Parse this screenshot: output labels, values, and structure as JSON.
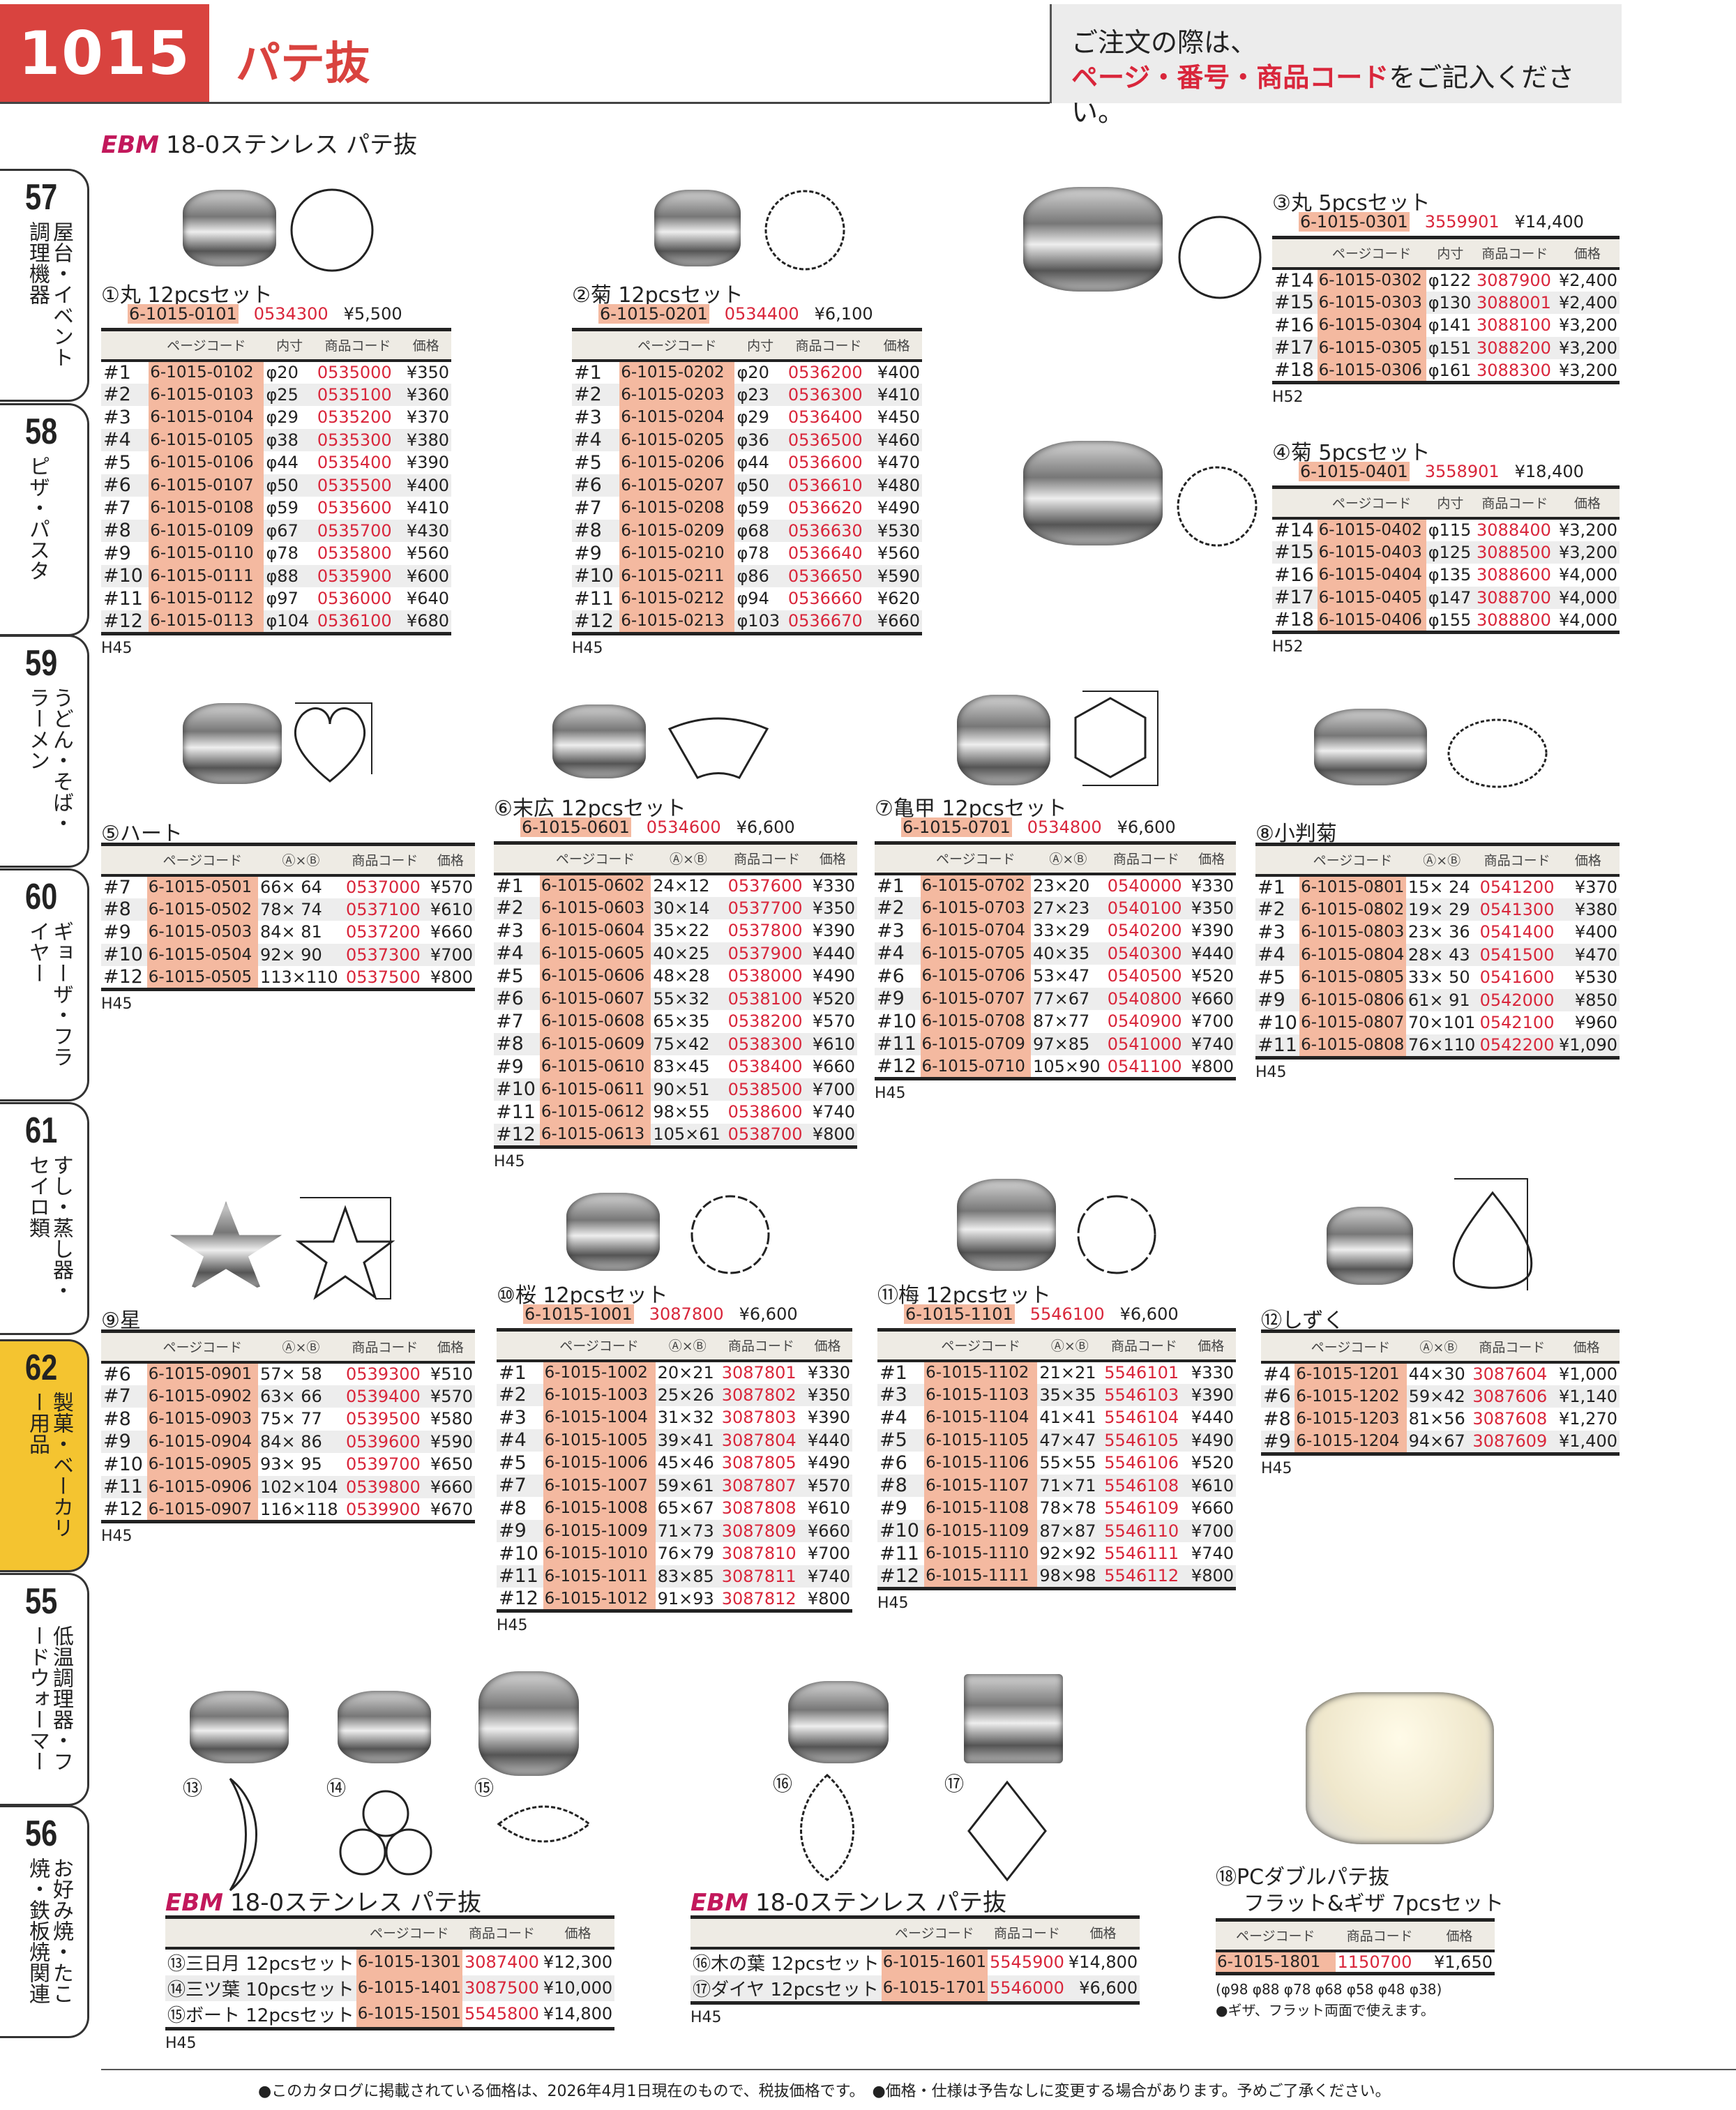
{
  "header": {
    "page_number": "1015",
    "title": "パテ抜",
    "notice_line1": "ご注文の際は、",
    "notice_red": "ページ・番号・商品コード",
    "notice_line2": "をご記入ください。"
  },
  "subtitle": {
    "brand": "EBM",
    "text": "18-0ステンレス パテ抜"
  },
  "tabs": [
    {
      "num": "57",
      "label": "屋台・イベント調理機器"
    },
    {
      "num": "58",
      "label": "ピザ・パスタ"
    },
    {
      "num": "59",
      "label": "うどん・そば・ラーメン"
    },
    {
      "num": "60",
      "label": "ギョーザ・フライヤー"
    },
    {
      "num": "61",
      "label": "すし・蒸し器・セイロ類"
    },
    {
      "num": "62",
      "label": "製菓・ベーカリー用品"
    },
    {
      "num": "55",
      "label": "低温調理器・フードウォーマー"
    },
    {
      "num": "56",
      "label": "お好み焼・たこ焼・鉄板焼関連"
    }
  ],
  "colors": {
    "accent": "#d9433f",
    "page_code_bg": "#f4b9a0",
    "code_red": "#d9263b",
    "active_tab": "#f4c430"
  },
  "sections": [
    {
      "title": "①丸 12pcsセット",
      "set": [
        "6-1015-0101",
        "0534300",
        "¥5,500"
      ],
      "cols": [
        "",
        "ページコード",
        "内寸",
        "商品コード",
        "価格"
      ],
      "rows": [
        [
          "#1",
          "6-1015-0102",
          "φ20",
          "0535000",
          "¥350"
        ],
        [
          "#2",
          "6-1015-0103",
          "φ25",
          "0535100",
          "¥360"
        ],
        [
          "#3",
          "6-1015-0104",
          "φ29",
          "0535200",
          "¥370"
        ],
        [
          "#4",
          "6-1015-0105",
          "φ38",
          "0535300",
          "¥380"
        ],
        [
          "#5",
          "6-1015-0106",
          "φ44",
          "0535400",
          "¥390"
        ],
        [
          "#6",
          "6-1015-0107",
          "φ50",
          "0535500",
          "¥400"
        ],
        [
          "#7",
          "6-1015-0108",
          "φ59",
          "0535600",
          "¥410"
        ],
        [
          "#8",
          "6-1015-0109",
          "φ67",
          "0535700",
          "¥430"
        ],
        [
          "#9",
          "6-1015-0110",
          "φ78",
          "0535800",
          "¥560"
        ],
        [
          "#10",
          "6-1015-0111",
          "φ88",
          "0535900",
          "¥600"
        ],
        [
          "#11",
          "6-1015-0112",
          "φ97",
          "0536000",
          "¥640"
        ],
        [
          "#12",
          "6-1015-0113",
          "φ104",
          "0536100",
          "¥680"
        ]
      ],
      "h": "H45"
    },
    {
      "title": "②菊 12pcsセット",
      "set": [
        "6-1015-0201",
        "0534400",
        "¥6,100"
      ],
      "cols": [
        "",
        "ページコード",
        "内寸",
        "商品コード",
        "価格"
      ],
      "rows": [
        [
          "#1",
          "6-1015-0202",
          "φ20",
          "0536200",
          "¥400"
        ],
        [
          "#2",
          "6-1015-0203",
          "φ23",
          "0536300",
          "¥410"
        ],
        [
          "#3",
          "6-1015-0204",
          "φ29",
          "0536400",
          "¥450"
        ],
        [
          "#4",
          "6-1015-0205",
          "φ36",
          "0536500",
          "¥460"
        ],
        [
          "#5",
          "6-1015-0206",
          "φ44",
          "0536600",
          "¥470"
        ],
        [
          "#6",
          "6-1015-0207",
          "φ50",
          "0536610",
          "¥480"
        ],
        [
          "#7",
          "6-1015-0208",
          "φ59",
          "0536620",
          "¥490"
        ],
        [
          "#8",
          "6-1015-0209",
          "φ68",
          "0536630",
          "¥530"
        ],
        [
          "#9",
          "6-1015-0210",
          "φ78",
          "0536640",
          "¥560"
        ],
        [
          "#10",
          "6-1015-0211",
          "φ86",
          "0536650",
          "¥590"
        ],
        [
          "#11",
          "6-1015-0212",
          "φ94",
          "0536660",
          "¥620"
        ],
        [
          "#12",
          "6-1015-0213",
          "φ103",
          "0536670",
          "¥660"
        ]
      ],
      "h": "H45"
    },
    {
      "title": "③丸 5pcsセット",
      "set": [
        "6-1015-0301",
        "3559901",
        "¥14,400"
      ],
      "cols": [
        "",
        "ページコード",
        "内寸",
        "商品コード",
        "価格"
      ],
      "rows": [
        [
          "#14",
          "6-1015-0302",
          "φ122",
          "3087900",
          "¥2,400"
        ],
        [
          "#15",
          "6-1015-0303",
          "φ130",
          "3088001",
          "¥2,400"
        ],
        [
          "#16",
          "6-1015-0304",
          "φ141",
          "3088100",
          "¥3,200"
        ],
        [
          "#17",
          "6-1015-0305",
          "φ151",
          "3088200",
          "¥3,200"
        ],
        [
          "#18",
          "6-1015-0306",
          "φ161",
          "3088300",
          "¥3,200"
        ]
      ],
      "h": "H52"
    },
    {
      "title": "④菊 5pcsセット",
      "set": [
        "6-1015-0401",
        "3558901",
        "¥18,400"
      ],
      "cols": [
        "",
        "ページコード",
        "内寸",
        "商品コード",
        "価格"
      ],
      "rows": [
        [
          "#14",
          "6-1015-0402",
          "φ115",
          "3088400",
          "¥3,200"
        ],
        [
          "#15",
          "6-1015-0403",
          "φ125",
          "3088500",
          "¥3,200"
        ],
        [
          "#16",
          "6-1015-0404",
          "φ135",
          "3088600",
          "¥4,000"
        ],
        [
          "#17",
          "6-1015-0405",
          "φ147",
          "3088700",
          "¥4,000"
        ],
        [
          "#18",
          "6-1015-0406",
          "φ155",
          "3088800",
          "¥4,000"
        ]
      ],
      "h": "H52"
    },
    {
      "title": "⑤ハート",
      "cols": [
        "",
        "ページコード",
        "Ⓐ×Ⓑ",
        "商品コード",
        "価格"
      ],
      "rows": [
        [
          "#7",
          "6-1015-0501",
          "66× 64",
          "0537000",
          "¥570"
        ],
        [
          "#8",
          "6-1015-0502",
          "78× 74",
          "0537100",
          "¥610"
        ],
        [
          "#9",
          "6-1015-0503",
          "84× 81",
          "0537200",
          "¥660"
        ],
        [
          "#10",
          "6-1015-0504",
          "92× 90",
          "0537300",
          "¥700"
        ],
        [
          "#12",
          "6-1015-0505",
          "113×110",
          "0537500",
          "¥800"
        ]
      ],
      "h": "H45"
    },
    {
      "title": "⑥末広 12pcsセット",
      "set": [
        "6-1015-0601",
        "0534600",
        "¥6,600"
      ],
      "cols": [
        "",
        "ページコード",
        "Ⓐ×Ⓑ",
        "商品コード",
        "価格"
      ],
      "rows": [
        [
          "#1",
          "6-1015-0602",
          "24×12",
          "0537600",
          "¥330"
        ],
        [
          "#2",
          "6-1015-0603",
          "30×14",
          "0537700",
          "¥350"
        ],
        [
          "#3",
          "6-1015-0604",
          "35×22",
          "0537800",
          "¥390"
        ],
        [
          "#4",
          "6-1015-0605",
          "40×25",
          "0537900",
          "¥440"
        ],
        [
          "#5",
          "6-1015-0606",
          "48×28",
          "0538000",
          "¥490"
        ],
        [
          "#6",
          "6-1015-0607",
          "55×32",
          "0538100",
          "¥520"
        ],
        [
          "#7",
          "6-1015-0608",
          "65×35",
          "0538200",
          "¥570"
        ],
        [
          "#8",
          "6-1015-0609",
          "75×42",
          "0538300",
          "¥610"
        ],
        [
          "#9",
          "6-1015-0610",
          "83×45",
          "0538400",
          "¥660"
        ],
        [
          "#10",
          "6-1015-0611",
          "90×51",
          "0538500",
          "¥700"
        ],
        [
          "#11",
          "6-1015-0612",
          "98×55",
          "0538600",
          "¥740"
        ],
        [
          "#12",
          "6-1015-0613",
          "105×61",
          "0538700",
          "¥800"
        ]
      ],
      "h": "H45"
    },
    {
      "title": "⑦亀甲 12pcsセット",
      "set": [
        "6-1015-0701",
        "0534800",
        "¥6,600"
      ],
      "cols": [
        "",
        "ページコード",
        "Ⓐ×Ⓑ",
        "商品コード",
        "価格"
      ],
      "rows": [
        [
          "#1",
          "6-1015-0702",
          "23×20",
          "0540000",
          "¥330"
        ],
        [
          "#2",
          "6-1015-0703",
          "27×23",
          "0540100",
          "¥350"
        ],
        [
          "#3",
          "6-1015-0704",
          "33×29",
          "0540200",
          "¥390"
        ],
        [
          "#4",
          "6-1015-0705",
          "40×35",
          "0540300",
          "¥440"
        ],
        [
          "#6",
          "6-1015-0706",
          "53×47",
          "0540500",
          "¥520"
        ],
        [
          "#9",
          "6-1015-0707",
          "77×67",
          "0540800",
          "¥660"
        ],
        [
          "#10",
          "6-1015-0708",
          "87×77",
          "0540900",
          "¥700"
        ],
        [
          "#11",
          "6-1015-0709",
          "97×85",
          "0541000",
          "¥740"
        ],
        [
          "#12",
          "6-1015-0710",
          "105×90",
          "0541100",
          "¥800"
        ]
      ],
      "h": "H45"
    },
    {
      "title": "⑧小判菊",
      "cols": [
        "",
        "ページコード",
        "Ⓐ×Ⓑ",
        "商品コード",
        "価格"
      ],
      "rows": [
        [
          "#1",
          "6-1015-0801",
          "15× 24",
          "0541200",
          "¥370"
        ],
        [
          "#2",
          "6-1015-0802",
          "19× 29",
          "0541300",
          "¥380"
        ],
        [
          "#3",
          "6-1015-0803",
          "23× 36",
          "0541400",
          "¥400"
        ],
        [
          "#4",
          "6-1015-0804",
          "28× 43",
          "0541500",
          "¥470"
        ],
        [
          "#5",
          "6-1015-0805",
          "33× 50",
          "0541600",
          "¥530"
        ],
        [
          "#9",
          "6-1015-0806",
          "61× 91",
          "0542000",
          "¥850"
        ],
        [
          "#10",
          "6-1015-0807",
          "70×101",
          "0542100",
          "¥960"
        ],
        [
          "#11",
          "6-1015-0808",
          "76×110",
          "0542200",
          "¥1,090"
        ]
      ],
      "h": "H45"
    },
    {
      "title": "⑨星",
      "cols": [
        "",
        "ページコード",
        "Ⓐ×Ⓑ",
        "商品コード",
        "価格"
      ],
      "rows": [
        [
          "#6",
          "6-1015-0901",
          "57× 58",
          "0539300",
          "¥510"
        ],
        [
          "#7",
          "6-1015-0902",
          "63× 66",
          "0539400",
          "¥570"
        ],
        [
          "#8",
          "6-1015-0903",
          "75× 77",
          "0539500",
          "¥580"
        ],
        [
          "#9",
          "6-1015-0904",
          "84× 86",
          "0539600",
          "¥590"
        ],
        [
          "#10",
          "6-1015-0905",
          "93× 95",
          "0539700",
          "¥650"
        ],
        [
          "#11",
          "6-1015-0906",
          "102×104",
          "0539800",
          "¥660"
        ],
        [
          "#12",
          "6-1015-0907",
          "116×118",
          "0539900",
          "¥670"
        ]
      ],
      "h": "H45"
    },
    {
      "title": "⑩桜 12pcsセット",
      "set": [
        "6-1015-1001",
        "3087800",
        "¥6,600"
      ],
      "cols": [
        "",
        "ページコード",
        "Ⓐ×Ⓑ",
        "商品コード",
        "価格"
      ],
      "rows": [
        [
          "#1",
          "6-1015-1002",
          "20×21",
          "3087801",
          "¥330"
        ],
        [
          "#2",
          "6-1015-1003",
          "25×26",
          "3087802",
          "¥350"
        ],
        [
          "#3",
          "6-1015-1004",
          "31×32",
          "3087803",
          "¥390"
        ],
        [
          "#4",
          "6-1015-1005",
          "39×41",
          "3087804",
          "¥440"
        ],
        [
          "#5",
          "6-1015-1006",
          "45×46",
          "3087805",
          "¥490"
        ],
        [
          "#7",
          "6-1015-1007",
          "59×61",
          "3087807",
          "¥570"
        ],
        [
          "#8",
          "6-1015-1008",
          "65×67",
          "3087808",
          "¥610"
        ],
        [
          "#9",
          "6-1015-1009",
          "71×73",
          "3087809",
          "¥660"
        ],
        [
          "#10",
          "6-1015-1010",
          "76×79",
          "3087810",
          "¥700"
        ],
        [
          "#11",
          "6-1015-1011",
          "83×85",
          "3087811",
          "¥740"
        ],
        [
          "#12",
          "6-1015-1012",
          "91×93",
          "3087812",
          "¥800"
        ]
      ],
      "h": "H45"
    },
    {
      "title": "⑪梅 12pcsセット",
      "set": [
        "6-1015-1101",
        "5546100",
        "¥6,600"
      ],
      "cols": [
        "",
        "ページコード",
        "Ⓐ×Ⓑ",
        "商品コード",
        "価格"
      ],
      "rows": [
        [
          "#1",
          "6-1015-1102",
          "21×21",
          "5546101",
          "¥330"
        ],
        [
          "#3",
          "6-1015-1103",
          "35×35",
          "5546103",
          "¥390"
        ],
        [
          "#4",
          "6-1015-1104",
          "41×41",
          "5546104",
          "¥440"
        ],
        [
          "#5",
          "6-1015-1105",
          "47×47",
          "5546105",
          "¥490"
        ],
        [
          "#6",
          "6-1015-1106",
          "55×55",
          "5546106",
          "¥520"
        ],
        [
          "#8",
          "6-1015-1107",
          "71×71",
          "5546108",
          "¥610"
        ],
        [
          "#9",
          "6-1015-1108",
          "78×78",
          "5546109",
          "¥660"
        ],
        [
          "#10",
          "6-1015-1109",
          "87×87",
          "5546110",
          "¥700"
        ],
        [
          "#11",
          "6-1015-1110",
          "92×92",
          "5546111",
          "¥740"
        ],
        [
          "#12",
          "6-1015-1111",
          "98×98",
          "5546112",
          "¥800"
        ]
      ],
      "h": "H45"
    },
    {
      "title": "⑫しずく",
      "cols": [
        "",
        "ページコード",
        "Ⓐ×Ⓑ",
        "商品コード",
        "価格"
      ],
      "rows": [
        [
          "#4",
          "6-1015-1201",
          "44×30",
          "3087604",
          "¥1,000"
        ],
        [
          "#6",
          "6-1015-1202",
          "59×42",
          "3087606",
          "¥1,140"
        ],
        [
          "#8",
          "6-1015-1203",
          "81×56",
          "3087608",
          "¥1,270"
        ],
        [
          "#9",
          "6-1015-1204",
          "94×67",
          "3087609",
          "¥1,400"
        ]
      ],
      "h": "H45"
    },
    {
      "brand": "EBM",
      "heading": "18-0ステンレス パテ抜",
      "cols": [
        "",
        "ページコード",
        "商品コード",
        "価格"
      ],
      "rows": [
        [
          "⑬三日月 12pcsセット",
          "6-1015-1301",
          "3087400",
          "¥12,300"
        ],
        [
          "⑭三ツ葉 10pcsセット",
          "6-1015-1401",
          "3087500",
          "¥10,000"
        ],
        [
          "⑮ボート 12pcsセット",
          "6-1015-1501",
          "5545800",
          "¥14,800"
        ]
      ],
      "h": "H45"
    },
    {
      "brand": "EBM",
      "heading": "18-0ステンレス パテ抜",
      "cols": [
        "",
        "ページコード",
        "商品コード",
        "価格"
      ],
      "rows": [
        [
          "⑯木の葉 12pcsセット",
          "6-1015-1601",
          "5545900",
          "¥14,800"
        ],
        [
          "⑰ダイヤ 12pcsセット",
          "6-1015-1701",
          "5546000",
          "¥6,600"
        ]
      ],
      "h": "H45"
    },
    {
      "title": "⑱PCダブルパテ抜",
      "title2": "フラット&ギザ 7pcsセット",
      "cols": [
        "ページコード",
        "商品コード",
        "価格"
      ],
      "rows": [
        [
          "6-1015-1801",
          "1150700",
          "¥1,650"
        ]
      ],
      "sizes": "(φ98 φ88 φ78 φ68 φ58 φ48 φ38)",
      "note": "●ギザ、フラット両面で使えます。"
    }
  ],
  "photo_labels": [
    "⑬",
    "⑭",
    "⑮",
    "⑯",
    "⑰",
    "⑱"
  ],
  "footer": "●このカタログに掲載されている価格は、2026年4月1日現在のもので、税抜価格です。　●価格・仕様は予告なしに変更する場合があります。予めご了承ください。"
}
